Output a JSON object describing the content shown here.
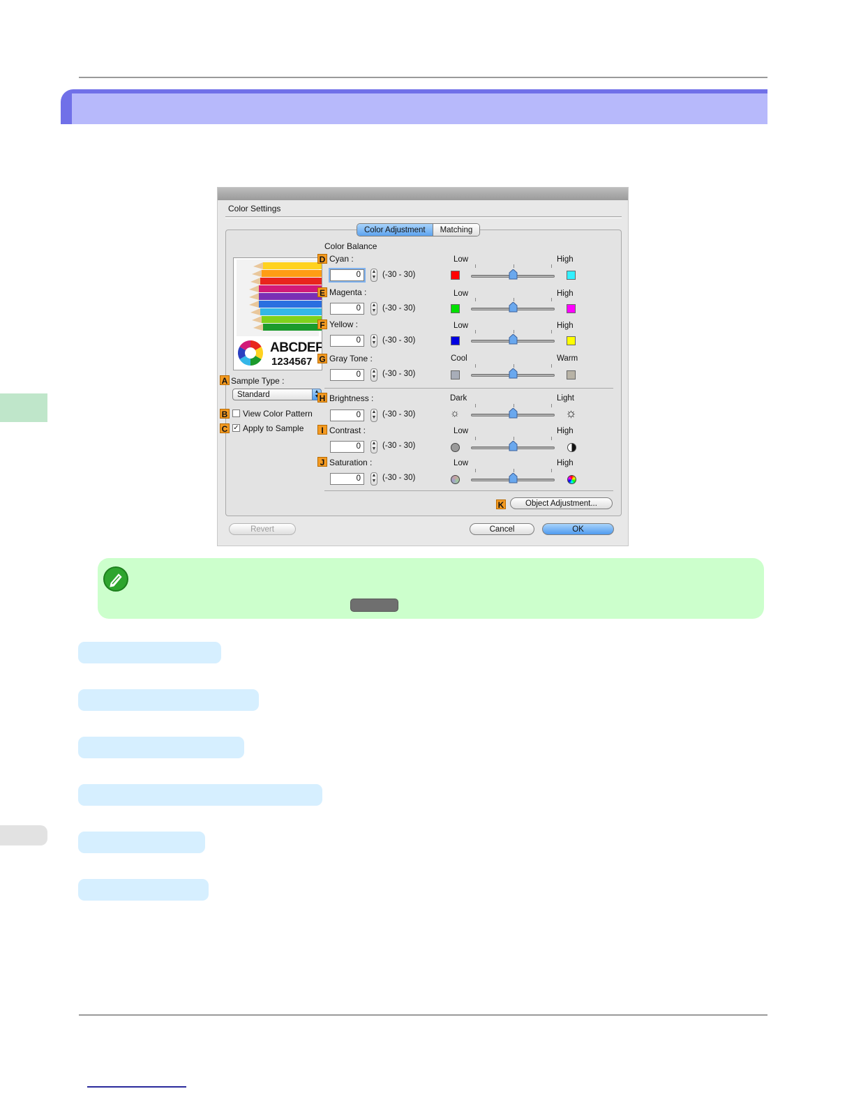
{
  "dialog": {
    "title": "Color Settings",
    "tabs": [
      {
        "label": "Color Adjustment",
        "active": true
      },
      {
        "label": "Matching",
        "active": false
      }
    ],
    "preview": {
      "line1": "ABCDEF",
      "line2": "1234567"
    },
    "sample_type": {
      "badge": "A",
      "label": "Sample Type :",
      "selected": "Standard"
    },
    "view_color_pattern": {
      "badge": "B",
      "label": "View Color Pattern",
      "checked": false
    },
    "apply_to_sample": {
      "badge": "C",
      "label": "Apply to Sample",
      "checked": true
    },
    "color_balance_label": "Color Balance",
    "adjustments": [
      {
        "badge": "D",
        "label": "Cyan :",
        "value": "0",
        "range": "(-30 - 30)",
        "low": "Low",
        "high": "High",
        "low_color": "#ff0000",
        "high_color": "#33f0ff"
      },
      {
        "badge": "E",
        "label": "Magenta :",
        "value": "0",
        "range": "(-30 - 30)",
        "low": "Low",
        "high": "High",
        "low_color": "#00e000",
        "high_color": "#ff00ff"
      },
      {
        "badge": "F",
        "label": "Yellow :",
        "value": "0",
        "range": "(-30 - 30)",
        "low": "Low",
        "high": "High",
        "low_color": "#0000e0",
        "high_color": "#ffff00"
      },
      {
        "badge": "G",
        "label": "Gray Tone :",
        "value": "0",
        "range": "(-30 - 30)",
        "low": "Cool",
        "high": "Warm",
        "low_color": "#a8adb8",
        "high_color": "#b8b3a6"
      },
      {
        "badge": "H",
        "label": "Brightness :",
        "value": "0",
        "range": "(-30 - 30)",
        "low": "Dark",
        "high": "Light"
      },
      {
        "badge": "I",
        "label": "Contrast :",
        "value": "0",
        "range": "(-30 - 30)",
        "low": "Low",
        "high": "High"
      },
      {
        "badge": "J",
        "label": "Saturation :",
        "value": "0",
        "range": "(-30 - 30)",
        "low": "Low",
        "high": "High"
      }
    ],
    "object_adjustment": {
      "badge": "K",
      "label": "Object Adjustment..."
    },
    "buttons": {
      "revert": "Revert",
      "cancel": "Cancel",
      "ok": "OK"
    }
  },
  "colors": {
    "section_band_outer": "#7070e8",
    "section_band_inner": "#b7b9fb",
    "note_bg": "#ccffcc",
    "badge": "#f49b22",
    "link_pill": "#d6efff"
  }
}
